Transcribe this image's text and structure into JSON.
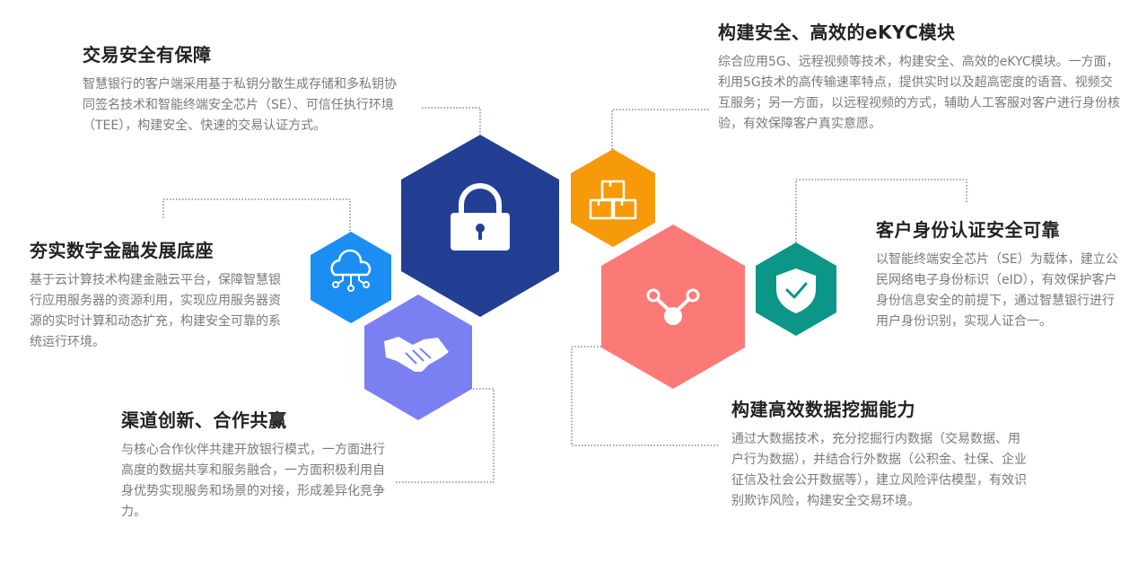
{
  "blocks": {
    "trade": {
      "title": "交易安全有保障",
      "text": "智慧银行的客户端采用基于私钥分散生成存储和多私钥协同签名技术和智能终端安全芯片（SE）、可信任执行环境（TEE），构建安全、快速的交易认证方式。"
    },
    "digital": {
      "title": "夯实数字金融发展底座",
      "text": "基于云计算技术构建金融云平台，保障智慧银行应用服务器的资源利用，实现应用服务器资源的实时计算和动态扩充，构建安全可靠的系统运行环境。"
    },
    "channel": {
      "title": "渠道创新、合作共赢",
      "text": "与核心合作伙伴共建开放银行模式，一方面进行高度的数据共享和服务融合，一方面积极利用自身优势实现服务和场景的对接，形成差异化竞争力。"
    },
    "ekyc": {
      "title": "构建安全、高效的eKYC模块",
      "text": "综合应用5G、远程视频等技术，构建安全、高效的eKYC模块。一方面，利用5G技术的高传输速率特点，提供实时以及超高密度的语音、视频交互服务；另一方面，以远程视频的方式，辅助人工客服对客户进行身份核验，有效保障客户真实意愿。"
    },
    "identity": {
      "title": "客户身份认证安全可靠",
      "text": "以智能终端安全芯片（SE）为载体，建立公民网络电子身份标识（eID），有效保护客户身份信息安全的前提下，通过智慧银行进行用户身份识别，实现人证合一。"
    },
    "data": {
      "title": "构建高效数据挖掘能力",
      "text": "通过大数据技术，充分挖掘行内数据（交易数据、用户行为数据），并结合行外数据（公积金、社保、企业征信及社会公开数据等），建立风险评估模型，有效识别欺诈风险，构建安全交易环境。"
    }
  },
  "icons": {
    "lock": "lock-icon",
    "boxes": "boxes-icon",
    "cloud": "cloud-network-icon",
    "handshake": "handshake-icon",
    "share": "share-nodes-icon",
    "shield": "shield-check-icon"
  },
  "colors": {
    "navy": "#233f93",
    "orange": "#f79a09",
    "blue": "#1b8ef4",
    "purple": "#7a80f2",
    "coral": "#fb7a77",
    "teal": "#0b9687",
    "title": "#222222",
    "body": "#7a7a7a",
    "connector": "#3f4d8c"
  }
}
